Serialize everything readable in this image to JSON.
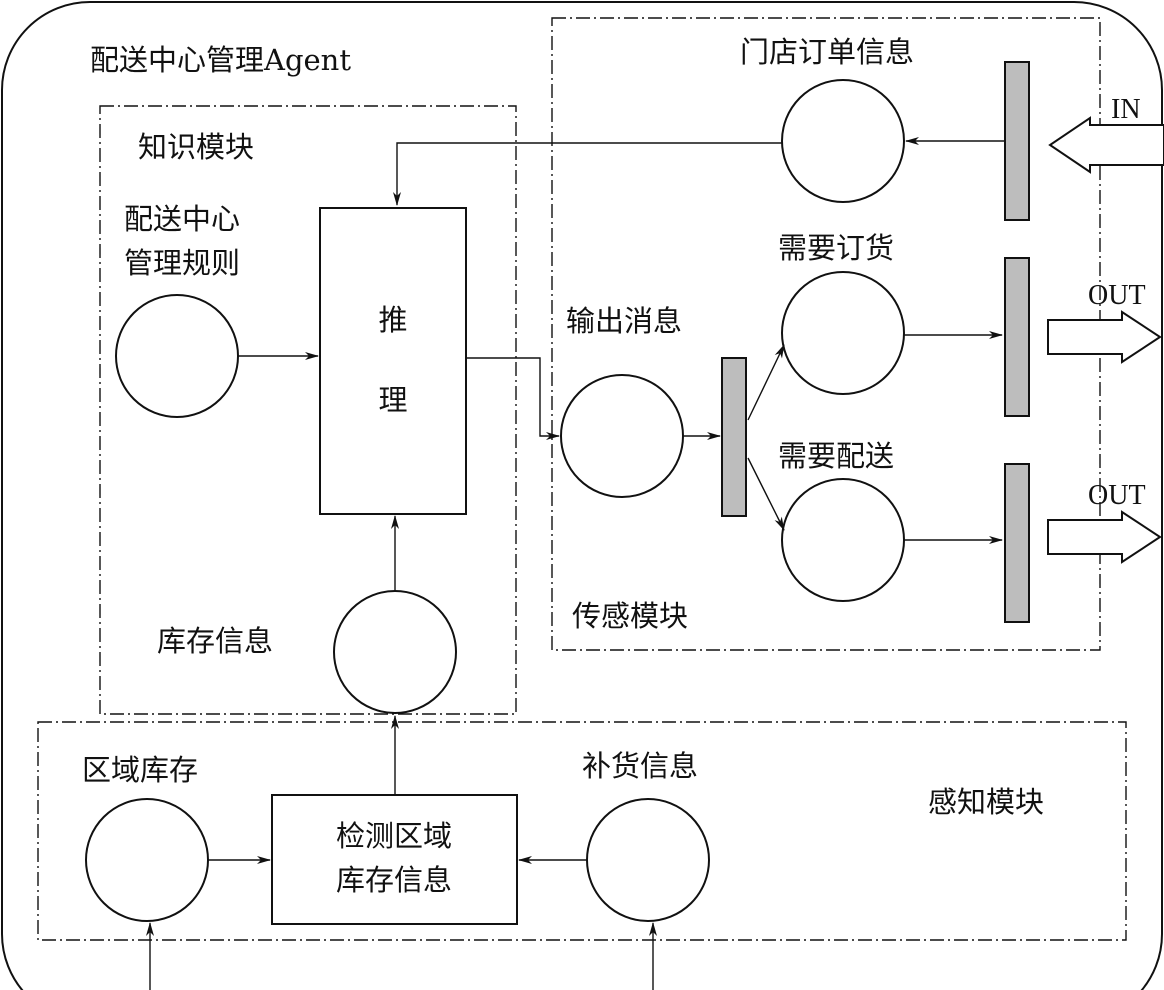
{
  "agent": {
    "title": "配送中心管理Agent"
  },
  "knowledge_module": {
    "label": "知识模块",
    "rules_line1": "配送中心",
    "rules_line2": "管理规则",
    "inference_char1": "推",
    "inference_char2": "理",
    "inventory_info": "库存信息"
  },
  "sensing_module": {
    "label": "传感模块",
    "store_order_info": "门店订单信息",
    "output_message": "输出消息",
    "need_order": "需要订货",
    "need_delivery": "需要配送",
    "in_label": "IN",
    "out_label_1": "OUT",
    "out_label_2": "OUT"
  },
  "perception_module": {
    "label": "感知模块",
    "region_inventory": "区域库存",
    "replenish_info": "补货信息",
    "detect_line1": "检测区域",
    "detect_line2": "库存信息"
  },
  "colors": {
    "stroke": "#111111",
    "transition_fill": "#bdbdbd",
    "background": "#ffffff"
  }
}
